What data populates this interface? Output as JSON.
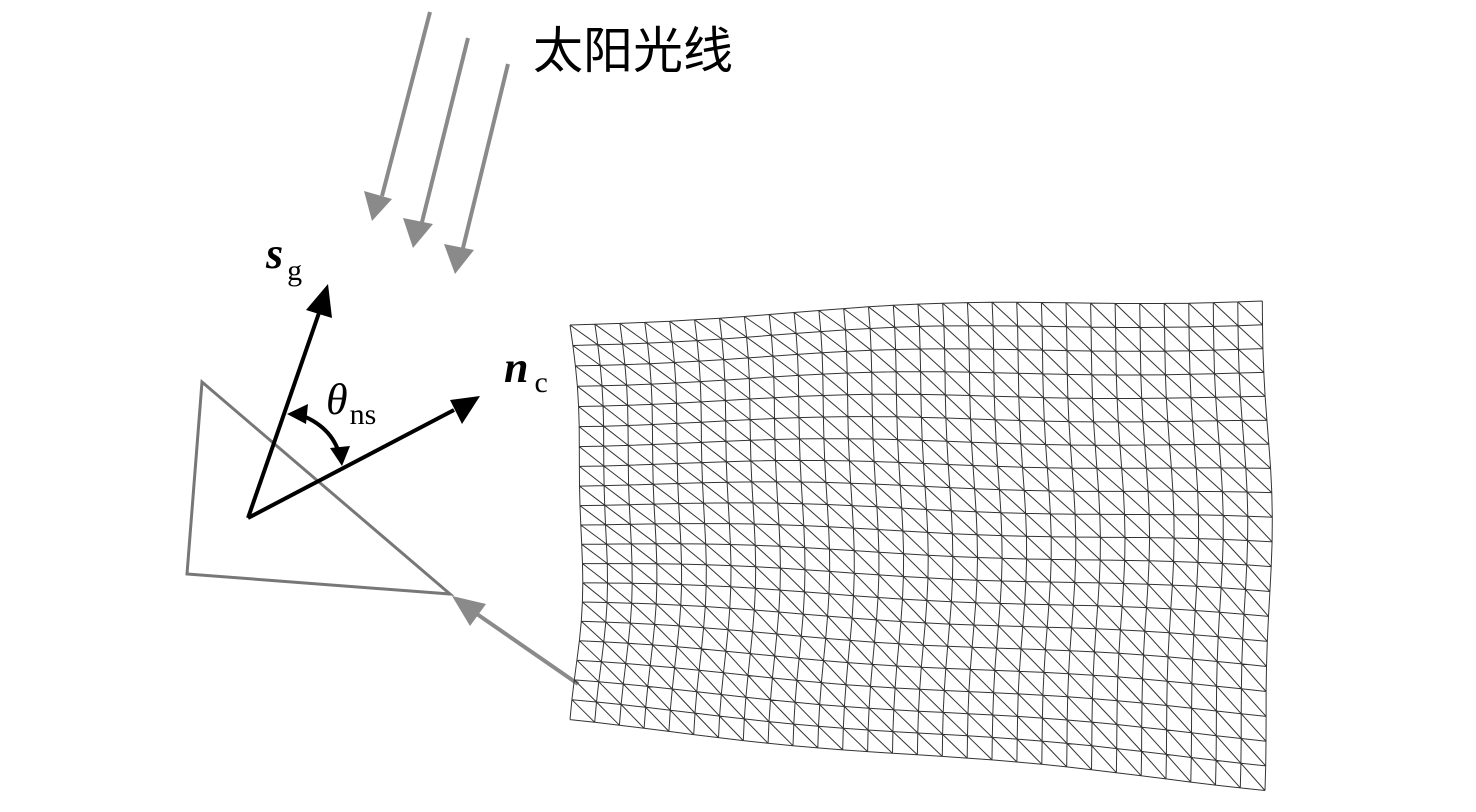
{
  "labels": {
    "sun_rays": "太阳光线",
    "sun_vector": "s",
    "sun_vector_sub": "g",
    "normal_vector": "n",
    "normal_vector_sub": "c",
    "angle": "θ",
    "angle_sub": "ns"
  },
  "colors": {
    "ray": "#8a8a8a",
    "facet": "#777777",
    "vector": "#000000",
    "mesh": "#333333",
    "background": "#ffffff"
  },
  "mesh": {
    "rows": 20,
    "columns": 28
  }
}
